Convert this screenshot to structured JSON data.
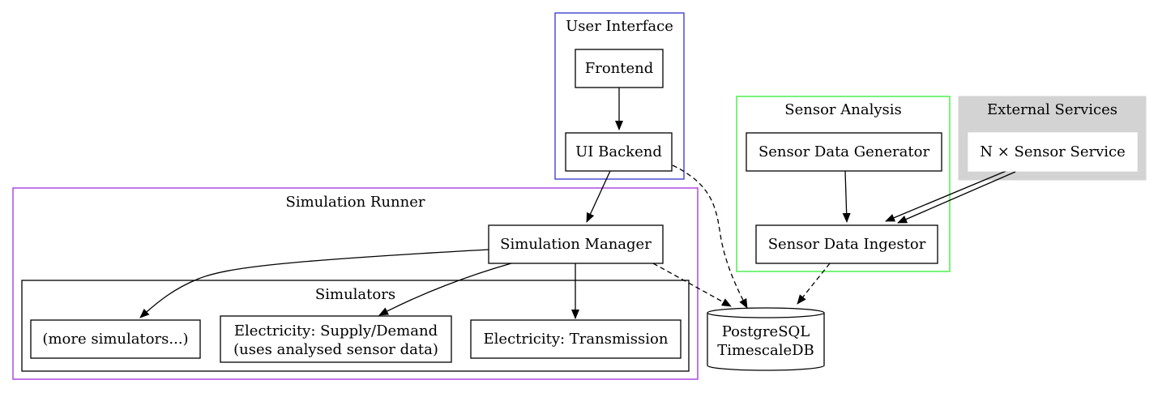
{
  "clusters": {
    "user_interface": {
      "label": "User Interface",
      "border_color": "#3333cc"
    },
    "sensor_analysis": {
      "label": "Sensor Analysis",
      "border_color": "#33ee33"
    },
    "external_services": {
      "label": "External Services",
      "fill_color": "#d3d3d3"
    },
    "simulation_runner": {
      "label": "Simulation Runner",
      "border_color": "#a030d8"
    },
    "simulators": {
      "label": "Simulators",
      "border_color": "#000000"
    }
  },
  "nodes": {
    "frontend": "Frontend",
    "ui_backend": "UI Backend",
    "sensor_data_generator": "Sensor Data Generator",
    "sensor_data_ingestor": "Sensor Data Ingestor",
    "sensor_service": "N × Sensor Service",
    "simulation_manager": "Simulation Manager",
    "more_simulators": "(more simulators...)",
    "electricity_supply_demand": {
      "line1": "Electricity: Supply/Demand",
      "line2": "(uses analysed sensor data)"
    },
    "electricity_transmission": "Electricity: Transmission",
    "database": {
      "line1": "PostgreSQL",
      "line2": "TimescaleDB"
    }
  },
  "edges": [
    {
      "from": "Frontend",
      "to": "UI Backend",
      "style": "solid"
    },
    {
      "from": "UI Backend",
      "to": "Simulation Manager",
      "style": "solid"
    },
    {
      "from": "UI Backend",
      "to": "PostgreSQL TimescaleDB",
      "style": "dashed"
    },
    {
      "from": "Sensor Data Generator",
      "to": "Sensor Data Ingestor",
      "style": "solid"
    },
    {
      "from": "N × Sensor Service",
      "to": "Sensor Data Ingestor",
      "style": "solid",
      "multiplicity": 2
    },
    {
      "from": "Sensor Data Ingestor",
      "to": "PostgreSQL TimescaleDB",
      "style": "dashed"
    },
    {
      "from": "Simulation Manager",
      "to": "(more simulators...)",
      "style": "solid"
    },
    {
      "from": "Simulation Manager",
      "to": "Electricity: Supply/Demand",
      "style": "solid"
    },
    {
      "from": "Simulation Manager",
      "to": "Electricity: Transmission",
      "style": "solid"
    },
    {
      "from": "Simulation Manager",
      "to": "PostgreSQL TimescaleDB",
      "style": "dashed"
    }
  ]
}
